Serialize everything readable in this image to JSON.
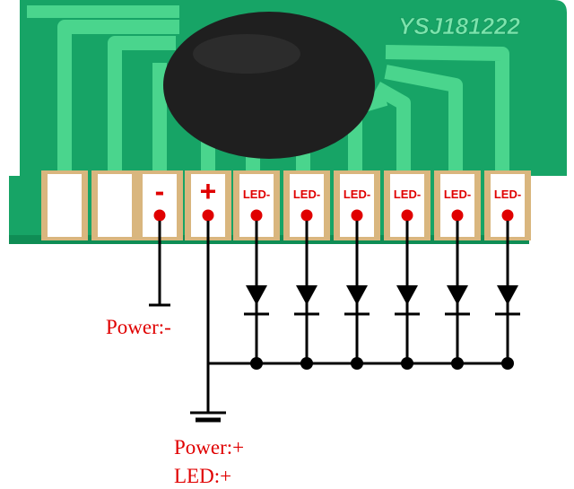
{
  "board": {
    "model": "YSJ181222",
    "colors": {
      "pcb": "#17a466",
      "pcb_dark": "#0f8d55",
      "trace": "#4ad58d",
      "gold": "#d9b67e",
      "pad": "#ffffff",
      "blob": "#1f1f1f",
      "marker": "#e00000",
      "wire": "#000000"
    }
  },
  "pins": [
    {
      "label": "-",
      "role": "power-minus"
    },
    {
      "label": "+",
      "role": "power-plus"
    },
    {
      "label": "LED-",
      "role": "led"
    },
    {
      "label": "LED-",
      "role": "led"
    },
    {
      "label": "LED-",
      "role": "led"
    },
    {
      "label": "LED-",
      "role": "led"
    },
    {
      "label": "LED-",
      "role": "led"
    },
    {
      "label": "LED-",
      "role": "led"
    }
  ],
  "annotations": {
    "power_minus": "Power:-",
    "power_plus": "Power:+",
    "led_plus": "LED:+"
  }
}
